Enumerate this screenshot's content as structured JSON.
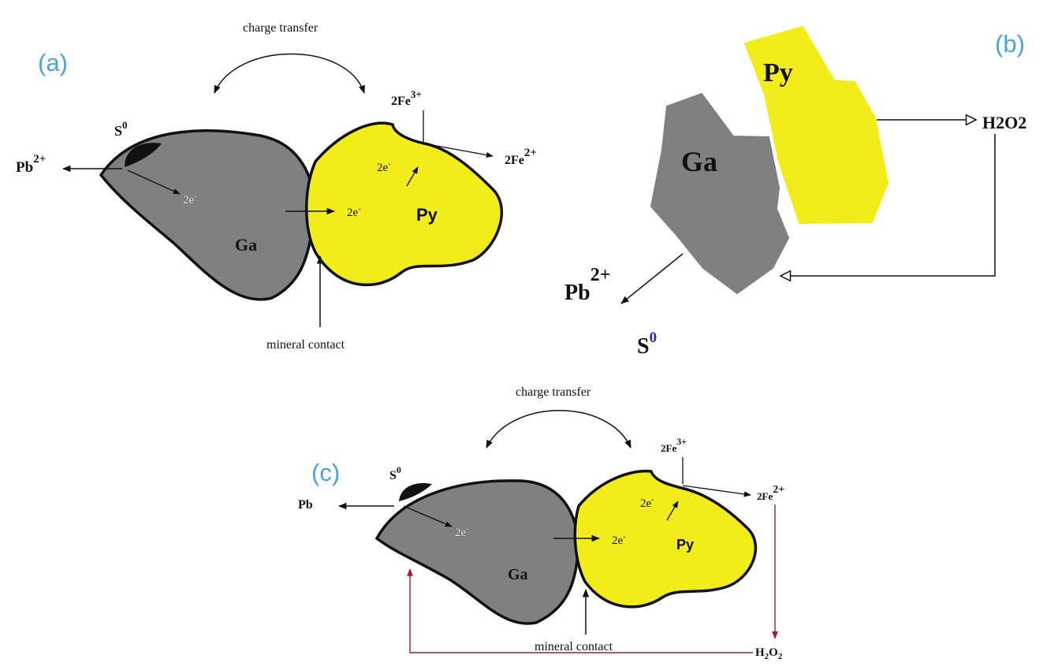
{
  "panels": {
    "a": {
      "label": "(a)",
      "charge_transfer": "charge transfer",
      "s0": "S",
      "s0_sup": "0",
      "pb": "Pb",
      "pb_sup": "2+",
      "electron_ga": "2e",
      "electron_ga_sup": "-",
      "electron_contact": "2e",
      "electron_contact_sup": "-",
      "electron_py": "2e",
      "electron_py_sup": "-",
      "fe3": "2Fe",
      "fe3_sup": "3+",
      "fe2": "2Fe",
      "fe2_sup": "2+",
      "ga": "Ga",
      "py": "Py",
      "mineral_contact": "mineral contact"
    },
    "b": {
      "label": "(b)",
      "py": "Py",
      "ga": "Ga",
      "h2o2": "H2O2",
      "pb": "Pb",
      "pb_sup": "2+",
      "s0": "S",
      "s0_sup": "0"
    },
    "c": {
      "label": "(c)",
      "charge_transfer": "charge transfer",
      "s0": "S",
      "s0_sup": "0",
      "pb": "Pb",
      "electron_ga": "2e",
      "electron_ga_sup": "-",
      "electron_contact": "2e",
      "electron_contact_sup": "-",
      "electron_py": "2e",
      "electron_py_sup": "-",
      "fe3": "2Fe",
      "fe3_sup": "3+",
      "fe2": "2Fe",
      "fe2_sup": "2+",
      "ga": "Ga",
      "py": "Py",
      "mineral_contact": "mineral contact",
      "h2o2_h": "H",
      "h2o2_2a": "2",
      "h2o2_o": "O",
      "h2o2_2b": "2"
    }
  },
  "colors": {
    "galena": "#808080",
    "pyrite": "#f2ec1a",
    "label_blue": "#4aa3d8",
    "h2o2_arrow": "#a02030"
  }
}
